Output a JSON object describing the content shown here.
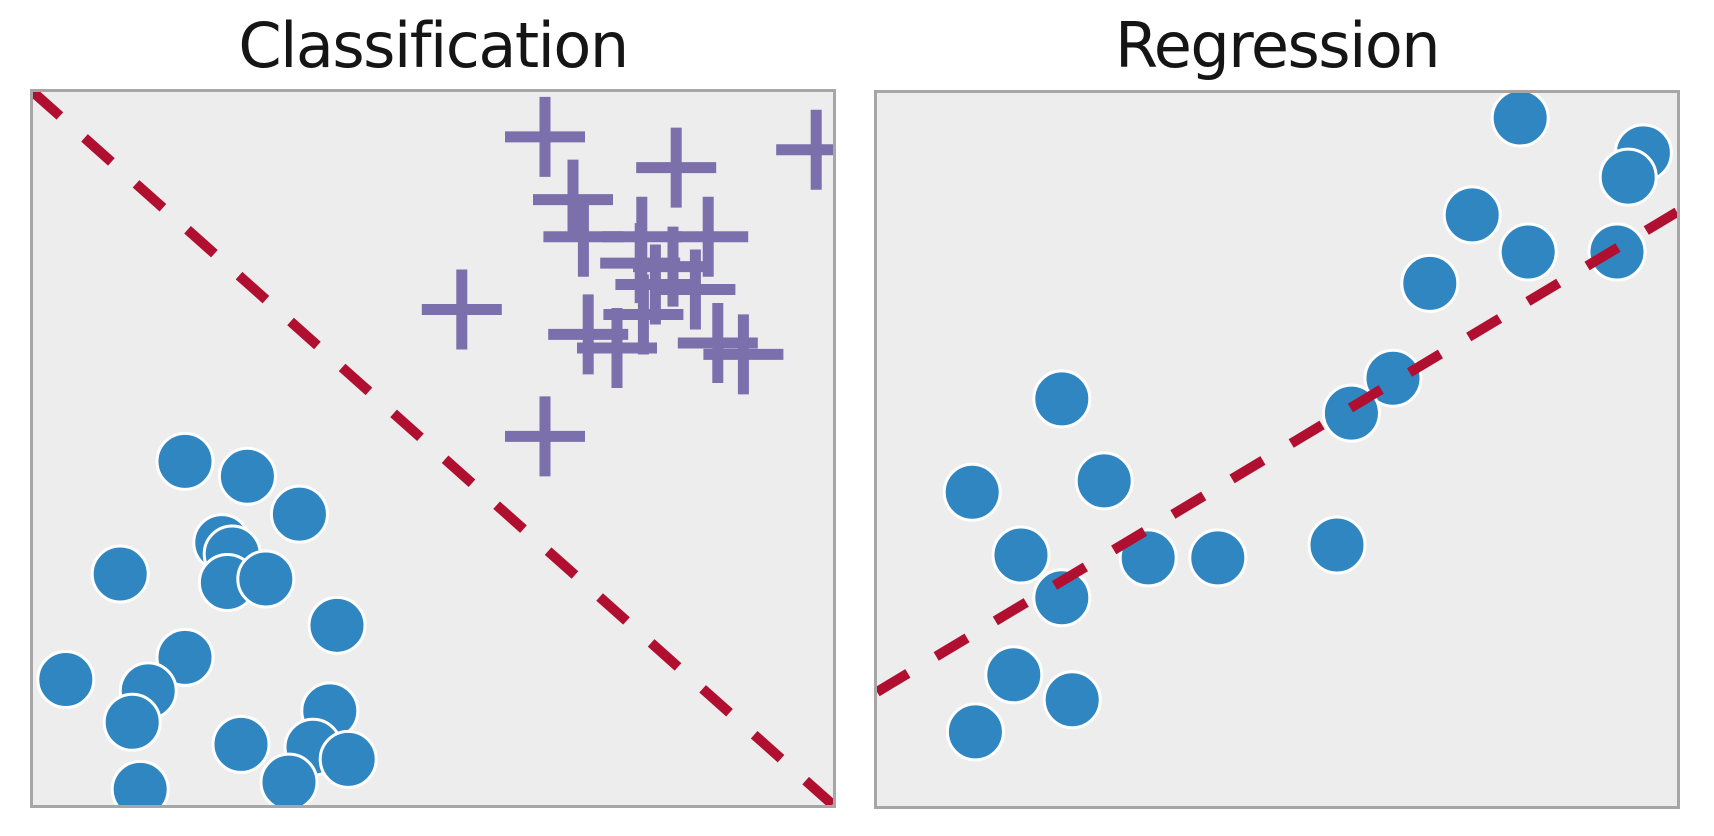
{
  "figure": {
    "background": "#ffffff",
    "panel_background": "#ededee",
    "panel_border_color": "#a6a6a6",
    "title_color": "#151515"
  },
  "marker_style": {
    "circle_radius": 28,
    "circle_edge_color": "#ffffff",
    "circle_edge_width": 3,
    "plus_arm": 40,
    "plus_stroke_width": 11,
    "line_width": 10,
    "line_dash": "36 33"
  },
  "chart_data": [
    {
      "type": "scatter",
      "title": "Classification",
      "axes_visible": false,
      "xlim": [
        0,
        1
      ],
      "ylim": [
        0,
        1
      ],
      "series": [
        {
          "name": "class-A-circles",
          "marker": "circle",
          "color": "#2f86c0",
          "points": [
            [
              0.19,
              0.482
            ],
            [
              0.268,
              0.461
            ],
            [
              0.333,
              0.408
            ],
            [
              0.236,
              0.368
            ],
            [
              0.249,
              0.352
            ],
            [
              0.243,
              0.312
            ],
            [
              0.291,
              0.317
            ],
            [
              0.109,
              0.324
            ],
            [
              0.38,
              0.252
            ],
            [
              0.19,
              0.207
            ],
            [
              0.041,
              0.176
            ],
            [
              0.144,
              0.16
            ],
            [
              0.124,
              0.116
            ],
            [
              0.26,
              0.085
            ],
            [
              0.371,
              0.132
            ],
            [
              0.35,
              0.081
            ],
            [
              0.394,
              0.064
            ],
            [
              0.32,
              0.032
            ],
            [
              0.134,
              0.022
            ]
          ]
        },
        {
          "name": "class-B-plusses",
          "marker": "plus",
          "color": "#7b70ab",
          "points": [
            [
              0.64,
              0.937
            ],
            [
              0.804,
              0.894
            ],
            [
              0.979,
              0.919
            ],
            [
              0.675,
              0.849
            ],
            [
              0.688,
              0.797
            ],
            [
              0.761,
              0.797
            ],
            [
              0.844,
              0.797
            ],
            [
              0.759,
              0.76
            ],
            [
              0.778,
              0.73
            ],
            [
              0.8,
              0.755
            ],
            [
              0.828,
              0.723
            ],
            [
              0.536,
              0.695
            ],
            [
              0.763,
              0.688
            ],
            [
              0.694,
              0.66
            ],
            [
              0.73,
              0.641
            ],
            [
              0.856,
              0.648
            ],
            [
              0.888,
              0.632
            ],
            [
              0.64,
              0.517
            ]
          ]
        }
      ],
      "line": {
        "role": "decision-boundary",
        "style": "dashed",
        "color": "#b00f2f",
        "from": [
          0,
          1
        ],
        "to": [
          1,
          0
        ]
      }
    },
    {
      "type": "scatter",
      "title": "Regression",
      "axes_visible": false,
      "xlim": [
        0,
        1
      ],
      "ylim": [
        0,
        1
      ],
      "series": [
        {
          "name": "data-circles",
          "marker": "circle",
          "color": "#2f86c0",
          "points": [
            [
              0.804,
              0.965
            ],
            [
              0.958,
              0.916
            ],
            [
              0.939,
              0.882
            ],
            [
              0.744,
              0.829
            ],
            [
              0.814,
              0.777
            ],
            [
              0.925,
              0.777
            ],
            [
              0.691,
              0.733
            ],
            [
              0.645,
              0.6
            ],
            [
              0.593,
              0.551
            ],
            [
              0.575,
              0.366
            ],
            [
              0.231,
              0.571
            ],
            [
              0.119,
              0.44
            ],
            [
              0.284,
              0.456
            ],
            [
              0.18,
              0.352
            ],
            [
              0.339,
              0.348
            ],
            [
              0.426,
              0.348
            ],
            [
              0.231,
              0.292
            ],
            [
              0.171,
              0.184
            ],
            [
              0.244,
              0.149
            ],
            [
              0.123,
              0.104
            ]
          ]
        }
      ],
      "line": {
        "role": "fit-line",
        "style": "dashed",
        "color": "#b00f2f",
        "from": [
          0,
          0.16
        ],
        "to": [
          1,
          0.833
        ]
      }
    }
  ]
}
